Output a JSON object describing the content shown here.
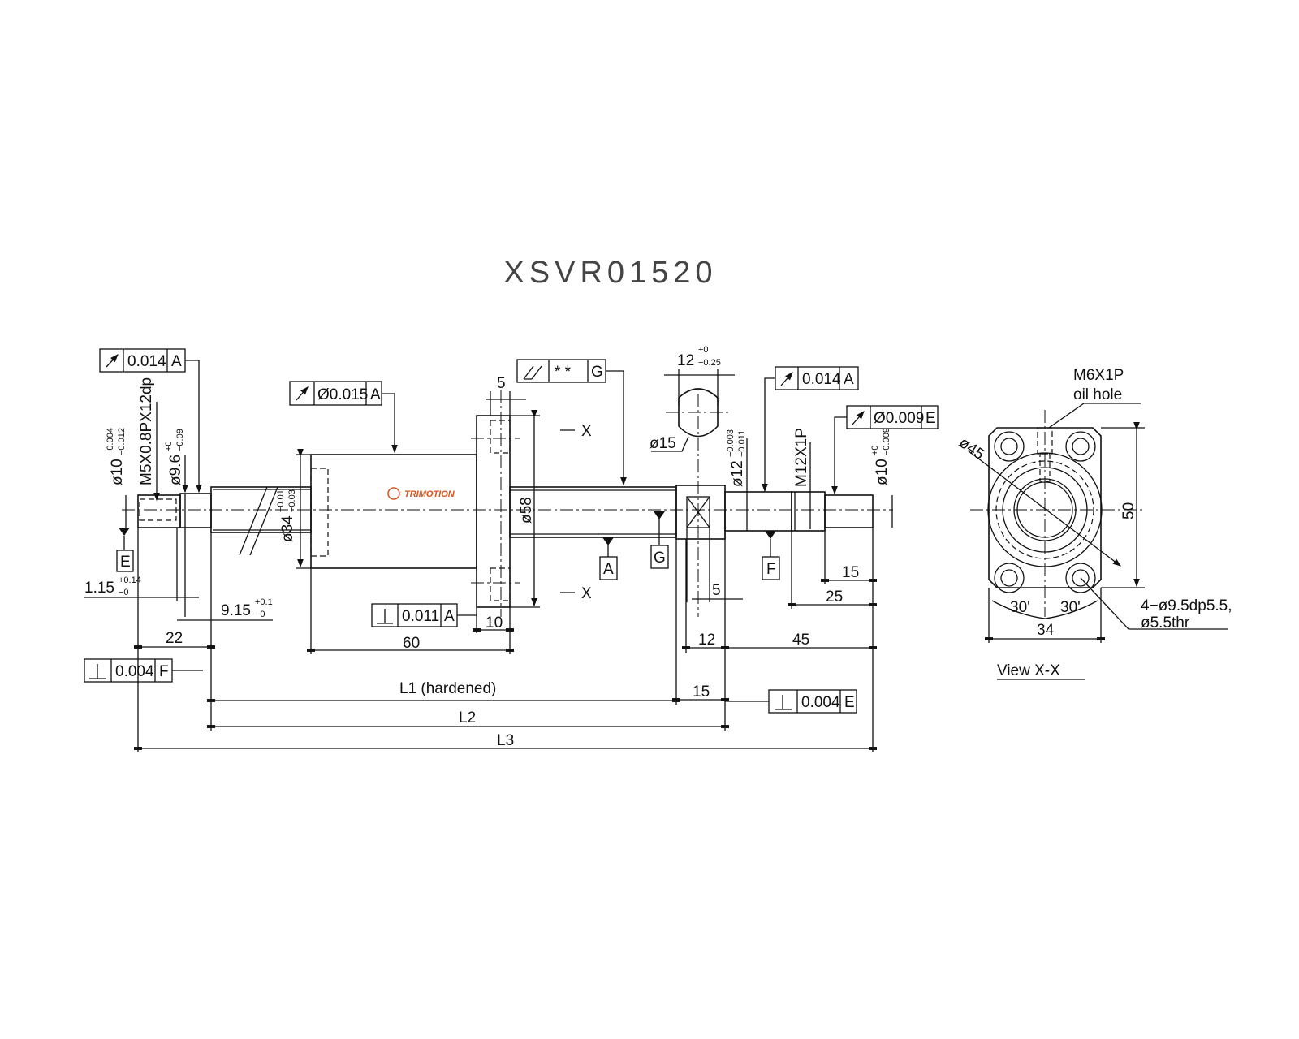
{
  "title": "XSVR01520",
  "logo": "TRIMOTION",
  "fcf": [
    {
      "symbol": "circular-runout",
      "value": "0.014",
      "datum": "A"
    },
    {
      "symbol": "circular-runout",
      "value": "Ø0.015",
      "datum": "A"
    },
    {
      "symbol": "total-runout",
      "value": "*    *",
      "datum": "G"
    },
    {
      "symbol": "circular-runout",
      "value": "0.014",
      "datum": "A"
    },
    {
      "symbol": "circular-runout",
      "value": "Ø0.009",
      "datum": "E"
    },
    {
      "symbol": "perpendicularity",
      "value": "0.011",
      "datum": "A"
    },
    {
      "symbol": "perpendicularity",
      "value": "0.004",
      "datum": "F"
    },
    {
      "symbol": "perpendicularity",
      "value": "0.004",
      "datum": "E"
    }
  ],
  "datums": {
    "e": "E",
    "a": "A",
    "g": "G",
    "f": "F"
  },
  "dims": {
    "d10_left": {
      "main": "ø10",
      "up": "−0.004",
      "low": "−0.012"
    },
    "m5": "M5X0.8PX12dp",
    "d96": {
      "main": "ø9.6",
      "up": "+0",
      "low": "−0.09"
    },
    "d34": {
      "main": "ø34",
      "up": "−0.01",
      "low": "−0.03"
    },
    "d58": "ø58",
    "d15": "ø15",
    "w12": {
      "main": "12",
      "up": "+0",
      "low": "−0.25"
    },
    "d12": {
      "main": "ø12",
      "up": "−0.003",
      "low": "−0.011"
    },
    "m12": "M12X1P",
    "d10_right": {
      "main": "ø10",
      "up": "+0",
      "low": "−0.009"
    },
    "flange5": "5",
    "section_top": "X",
    "section_bottom": "X",
    "d115": {
      "main": "1.15",
      "up": "+0.14",
      "low": "−0"
    },
    "d915": {
      "main": "9.15",
      "up": "+0.1",
      "low": "−0"
    },
    "d22": "22",
    "d60": "60",
    "d10": "10",
    "d5": "5",
    "d15_right": "15",
    "d25": "25",
    "d12_bottom": "12",
    "d45": "45",
    "d15_bottom": "15",
    "L1": "L1 (hardened)",
    "L2": "L2",
    "L3": "L3"
  },
  "side_view": {
    "m6": "M6X1P",
    "oil": "oil hole",
    "d45": "ø45",
    "h50": "50",
    "a30_left": "30'",
    "a30_right": "30'",
    "w34": "34",
    "holes_line1": "4−ø9.5dp5.5,",
    "holes_line2": "ø5.5thr",
    "caption": "View X-X"
  }
}
